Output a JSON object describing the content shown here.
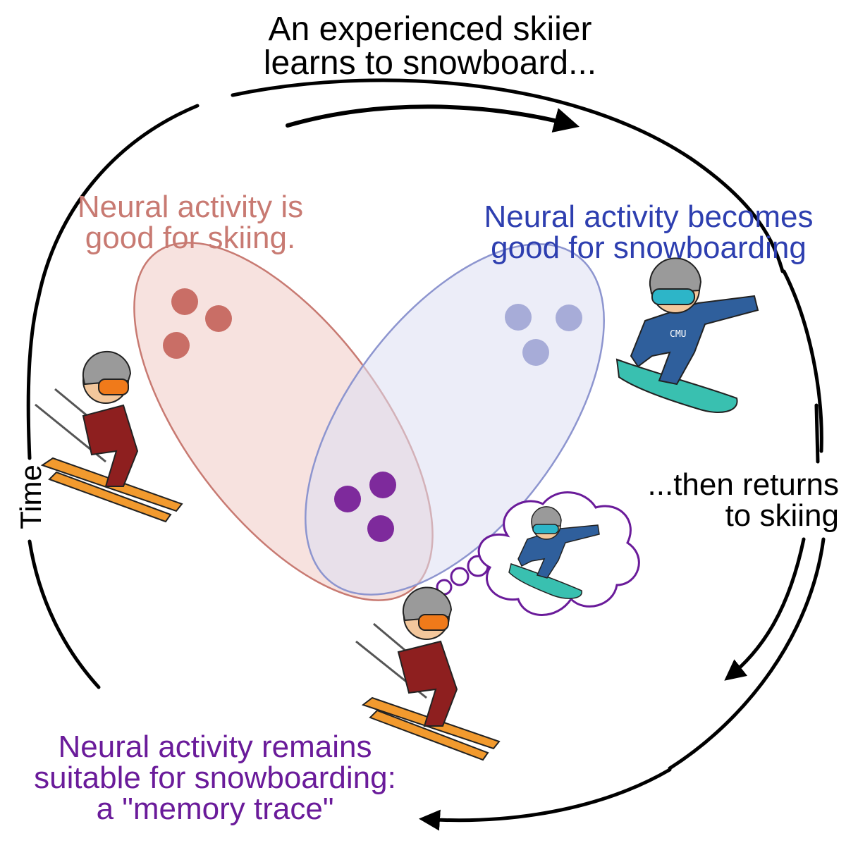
{
  "colors": {
    "skiing": "#c87a72",
    "snowboarding": "#2e3fb0",
    "memory": "#6a1b9a",
    "cycle": "#000000",
    "ski_dots": "#c96e66",
    "board_dots": "#a7acd8",
    "memory_dots": "#7e2a9c"
  },
  "labels": {
    "title": [
      "An experienced skiier",
      "learns to snowboard..."
    ],
    "skiing_state": [
      "Neural activity is",
      "good for skiing."
    ],
    "snowboarding_state": [
      "Neural activity becomes",
      "good for snowboarding"
    ],
    "return": [
      "...then returns",
      "to skiing"
    ],
    "memory_trace": [
      "Neural activity remains",
      "suitable for snowboarding:",
      "a \"memory trace\""
    ],
    "time_axis": "Time"
  },
  "logo_text": "CMU",
  "icons": [
    "skier-icon",
    "snowboarder-icon",
    "thought-bubble-icon"
  ]
}
